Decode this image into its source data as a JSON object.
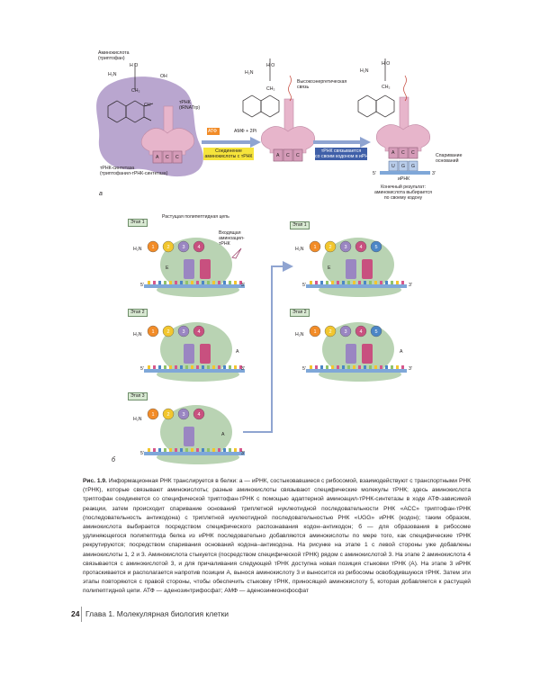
{
  "panel_a": {
    "amino_acid_label": "Аминокислота\n(триптофан)",
    "formula_top": "H    O",
    "h2n": "H₂N",
    "oh": "OH",
    "c": "C",
    "ch2": "CH₂",
    "ch": "CH",
    "nh": "N\nH",
    "h": "H",
    "trna_label": "тРНК\n(tRNATrp)",
    "synthetase_label": "тРНК-синтетаза\n(триптофанил-тРНК-синтетаза)",
    "atf": "АТФ",
    "amf": "АМФ + 2Pi",
    "box1": "Соединение\nаминокислоты с тРНК",
    "high_energy": "Высокоэнергетическая\nсвязь",
    "box2": "тРНК связывается\nсо своим кодоном в иРНК",
    "pairing": "Спаривание\nоснований",
    "mrna": "иРНК",
    "result": "Конечный результат:\nаминокислота выбирается\nпо своему кодону",
    "anticodon": [
      "A",
      "C",
      "C"
    ],
    "codon": [
      "U",
      "G",
      "G"
    ],
    "five": "5′",
    "three": "3′",
    "letter": "а"
  },
  "panel_b": {
    "growing_chain": "Растущая полипептидная цепь",
    "incoming": "Входящая\nаминоацил-\nтРНК",
    "step1": "Этап 1",
    "step2": "Этап 2",
    "step3": "Этап 3",
    "h2n": "H₂N",
    "site_e": "E",
    "site_a": "A",
    "five": "5′",
    "three": "3′",
    "letter": "б",
    "beads": [
      "1",
      "2",
      "3",
      "4",
      "5"
    ]
  },
  "caption": {
    "label": "Рис. 1.9.",
    "text": "Информационная РНК транслируется в белки: а — иРНК, состыковавшиеся с рибосомой, взаимодействуют с транспортными РНК (тРНК), которые связывают аминокислоты; разные аминокислоты связывают специфические молекулы тРНК; здесь аминокислота триптофан соединяется со специфической триптофан-тРНК с помощью адаптерной аминоацил-тРНК-синтетазы в ходе АТФ-зависимой реакции, затем происходит спаривание оснований триплетной нуклеотидной последовательности РНК «АСС» триптофан-тРНК (последовательность антикодона) с триплетной нуклеотидной последовательностью РНК «UGG» иРНК (кодон); таким образом, аминокислота выбирается посредством специфического распознавания кодон–антикодон; б — для образования в рибосоме удлиняющегося полипептида белка из иРНК последовательно добавляются аминокислоты по мере того, как специфические тРНК рекрутируются; посредством спаривания оснований кодона–антикодона. На рисунке на этапе 1 с левой стороны уже добавлены аминокислоты 1, 2 и 3. Аминокислота стыкуется (посредством специфической тРНК) рядом с аминокислотой 3. На этапе 2 аминокислота 4 связывается с аминокислотой 3, и для причаливания следующей тРНК доступна новая позиция стыковки тРНК (А). На этапе 3 иРНК протаскивается и располагается напротив позиции А, вынося аминокислоту 3 и выносится из рибосомы освободившуюся тРНК. Затем эти этапы повторяются с правой стороны, чтобы обеспечить стыковку тРНК, приносящей аминокислоту 5, которая добавляется к растущей полипептидной цепи. АТФ — аденозинтрифосфат; АМФ — аденозинмонофосфат"
  },
  "footer": {
    "page_number": "24",
    "chapter": "Глава 1. Молекулярная биология клетки"
  },
  "colors": {
    "synthetase": "#b9a6cf",
    "trna": "#e7b5cb",
    "ribosome": "#b9d3b3",
    "yellow_box": "#f6e43b",
    "blue_box": "#3f5fa8",
    "bead1": "#f28c28",
    "bead2": "#f2c62e",
    "bead3": "#9a86c2",
    "bead4": "#c8507f",
    "bead5": "#4b86c6"
  }
}
